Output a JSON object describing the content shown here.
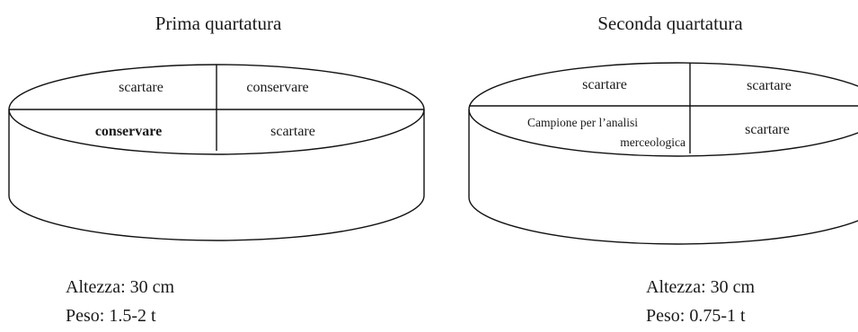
{
  "first": {
    "title": "Prima quartatura",
    "top_left": "scartare",
    "top_right": "conservare",
    "bottom_left": "conservare",
    "bottom_right": "scartare",
    "height_text": "Altezza: 30 cm",
    "weight_text": "Peso: 1.5-2 t"
  },
  "second": {
    "title": "Seconda quartatura",
    "top_left": "scartare",
    "top_right": "scartare",
    "bottom_left_line1": "Campione per l’analisi",
    "bottom_left_line2": "merceologica",
    "bottom_right": "scartare",
    "height_text": "Altezza: 30 cm",
    "weight_text": "Peso: 0.75-1 t"
  }
}
